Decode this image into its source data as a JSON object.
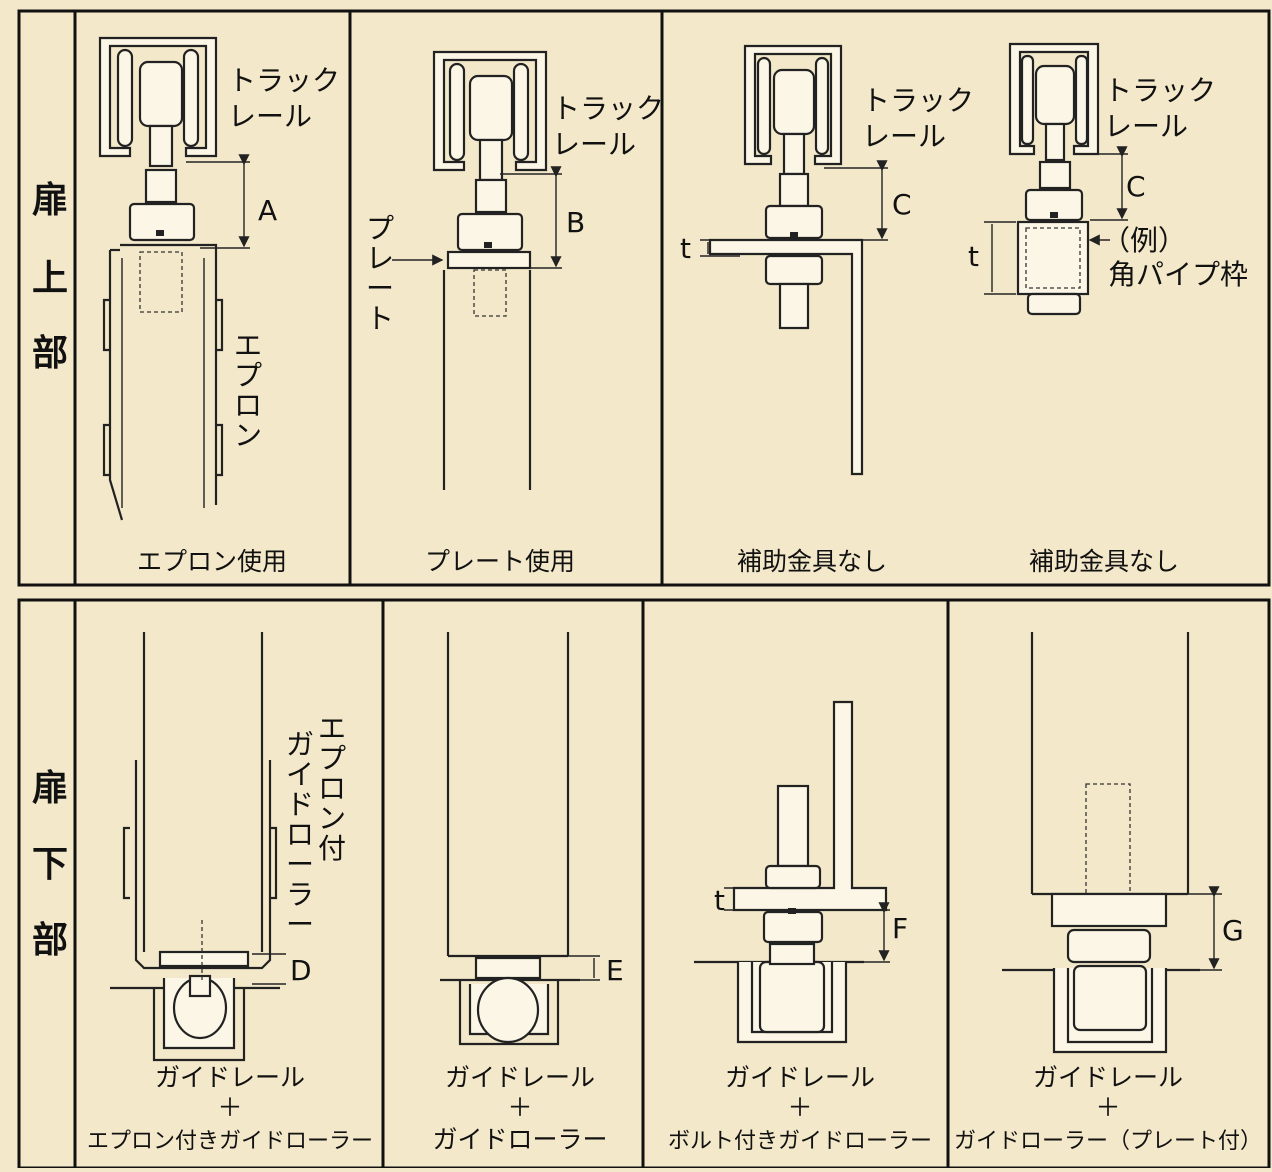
{
  "top": {
    "section_label": [
      "扉",
      "上",
      "部"
    ],
    "panels": [
      {
        "caption": "エプロン使用",
        "rail_label": [
          "トラック",
          "レール"
        ],
        "dimension": "A",
        "side_label": [
          "エ",
          "プ",
          "ロ",
          "ン"
        ]
      },
      {
        "caption": "プレート使用",
        "rail_label": [
          "トラック",
          "レール"
        ],
        "dimension": "B",
        "side_label": [
          "プ",
          "レ",
          "ー",
          "ト"
        ]
      },
      {
        "caption": "補助金具なし",
        "rail_label": [
          "トラック",
          "レール"
        ],
        "dimension": "C",
        "thickness": "t"
      },
      {
        "caption": "補助金具なし",
        "rail_label": [
          "トラック",
          "レール"
        ],
        "dimension": "C",
        "thickness": "t",
        "note": [
          "（例）",
          "角パイプ枠"
        ]
      }
    ]
  },
  "bottom": {
    "section_label": [
      "扉",
      "下",
      "部"
    ],
    "panels": [
      {
        "caption": [
          "ガイドレール",
          "＋",
          "エプロン付きガイドローラー"
        ],
        "dimension": "D",
        "side_label": [
          [
            "エ",
            "プ",
            "ロ",
            "ン",
            "付"
          ],
          [
            "ガ",
            "イ",
            "ド",
            "ロ",
            "ー",
            "ラ",
            "ー"
          ]
        ]
      },
      {
        "caption": [
          "ガイドレール",
          "＋",
          "ガイドローラー"
        ],
        "dimension": "E"
      },
      {
        "caption": [
          "ガイドレール",
          "＋",
          "ボルト付きガイドローラー"
        ],
        "dimension": "F",
        "thickness": "t"
      },
      {
        "caption": [
          "ガイドレール",
          "＋",
          "ガイドローラー（プレート付）"
        ],
        "dimension": "G"
      }
    ]
  }
}
